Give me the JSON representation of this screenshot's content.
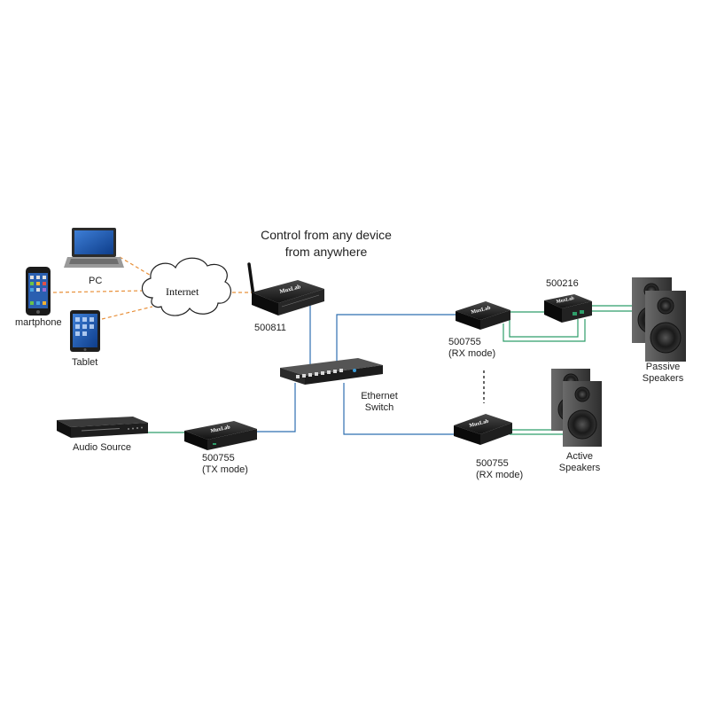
{
  "headline": {
    "line1": "Control from any device",
    "line2": "from anywhere"
  },
  "cloud": {
    "label": "Internet"
  },
  "clients": {
    "pc": "PC",
    "smartphone": "martphone",
    "tablet": "Tablet"
  },
  "devices": {
    "gateway": {
      "model": "500811"
    },
    "switch": {
      "line1": "Ethernet",
      "line2": "Switch"
    },
    "audio_source": {
      "label": "Audio Source"
    },
    "transmitter": {
      "model": "500755",
      "mode": "(TX mode)"
    },
    "receiver_top": {
      "model": "500755",
      "mode": "(RX mode)"
    },
    "receiver_bottom": {
      "model": "500755",
      "mode": "(RX mode)"
    },
    "amplifier": {
      "model": "500216"
    },
    "passive_speakers": {
      "line1": "Passive",
      "line2": "Speakers"
    },
    "active_speakers": {
      "line1": "Active",
      "line2": "Speakers"
    }
  },
  "brand": "MuxLab",
  "colors": {
    "ethernet_link": "#2f6fb0",
    "audio_link": "#2e9e6a",
    "internet_link": "#e8903a",
    "device_body": "#1a1a1a"
  }
}
